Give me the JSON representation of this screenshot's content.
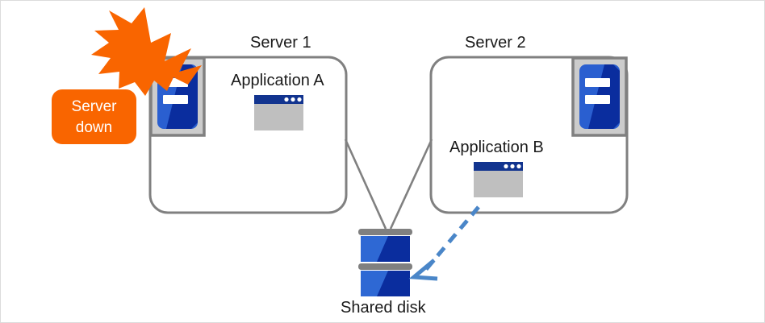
{
  "diagram": {
    "title_kind": "cluster-failover-diagram",
    "colors": {
      "server_box_border": "#808080",
      "server_icon_blue_light": "#2a5fd0",
      "server_icon_blue_dark": "#0a2d9e",
      "server_icon_frame": "#cccccc",
      "server_icon_frame_border": "#808080",
      "app_titlebar": "#12348f",
      "app_body": "#bfbfbf",
      "disk_blue_light": "#2e68d4",
      "disk_blue_dark": "#0a2d9e",
      "disk_bar_gray": "#808080",
      "alert_orange": "#f96500",
      "dashed_arrow_blue": "#4a86c8",
      "connector_gray": "#808080",
      "text": "#1a1a1a",
      "frame_border": "#dcdcdc",
      "background": "#ffffff"
    },
    "alert": {
      "label_line1": "Server",
      "label_line2": "down",
      "icon": "lightning-burst-icon"
    },
    "servers": [
      {
        "id": "server-1",
        "title": "Server 1",
        "icon": "server-rack-icon",
        "icon_position": "top-left",
        "application": {
          "label": "Application A",
          "icon": "app-window-icon",
          "window_dots": 3
        }
      },
      {
        "id": "server-2",
        "title": "Server 2",
        "icon": "server-rack-icon",
        "icon_position": "top-right",
        "application": {
          "label": "Application B",
          "icon": "app-window-icon",
          "window_dots": 3
        }
      }
    ],
    "storage": {
      "label": "Shared disk",
      "icon": "stacked-disk-icon",
      "units": 2
    },
    "connectors": [
      {
        "name": "server1-to-disk",
        "style": "solid",
        "color": "#808080"
      },
      {
        "name": "server2-to-disk",
        "style": "solid",
        "color": "#808080"
      }
    ],
    "failover_arrow": {
      "name": "failover-access-arrow",
      "style": "dashed",
      "color": "#4a86c8",
      "direction": "from-application-b-to-shared-disk"
    }
  }
}
